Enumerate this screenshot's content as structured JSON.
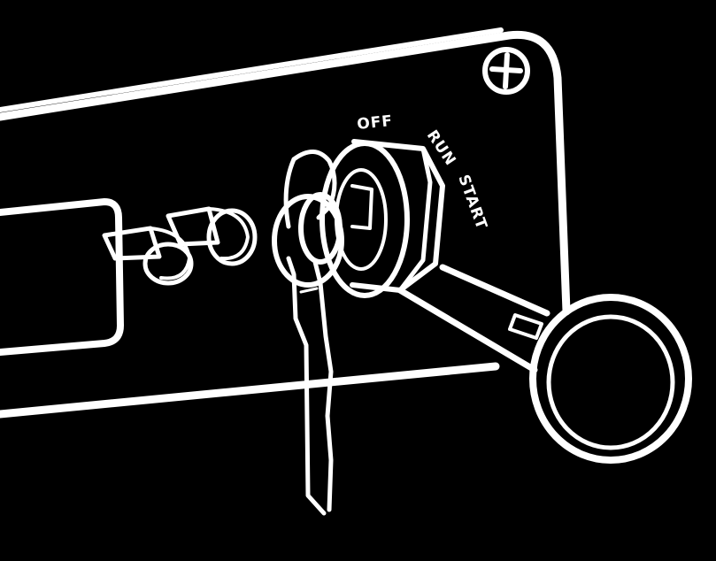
{
  "illustration": {
    "subject": "ignition-key-switch-panel",
    "colors": {
      "background": "#000000",
      "line": "#ffffff"
    }
  },
  "switch_labels": {
    "off": "OFF",
    "run": "RUN",
    "start": "START"
  }
}
